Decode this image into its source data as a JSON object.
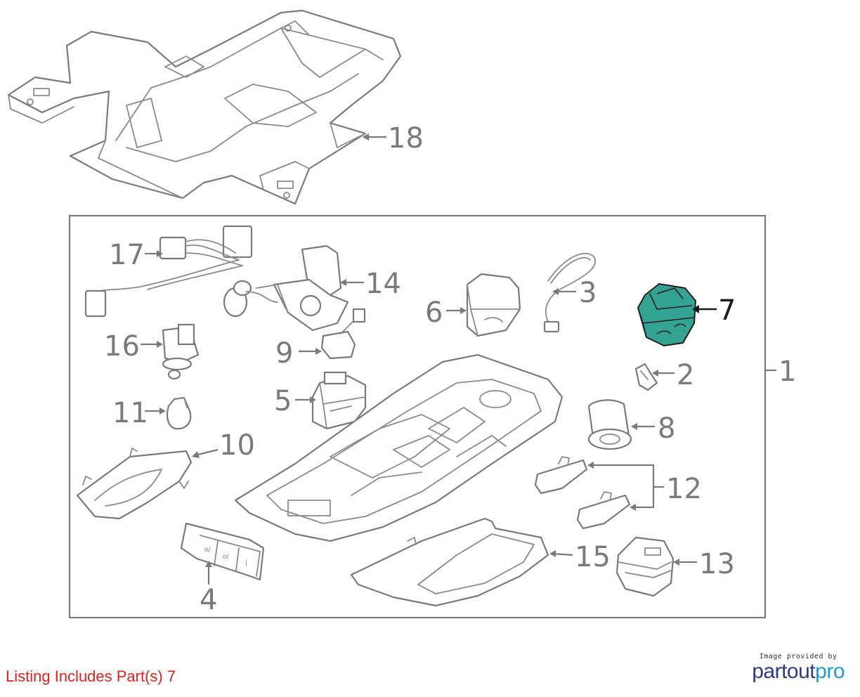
{
  "callouts": {
    "c1": "1",
    "c2": "2",
    "c3": "3",
    "c4": "4",
    "c5": "5",
    "c6": "6",
    "c7": "7",
    "c8": "8",
    "c9": "9",
    "c10": "10",
    "c11": "11",
    "c12": "12",
    "c13": "13",
    "c14": "14",
    "c15": "15",
    "c16": "16",
    "c17": "17",
    "c18": "18"
  },
  "highlight_color": "#33a393",
  "caption": "Listing Includes Part(s) 7",
  "credit": {
    "small": "Image provided by",
    "logo_main": "partout",
    "logo_accent": "pro"
  }
}
